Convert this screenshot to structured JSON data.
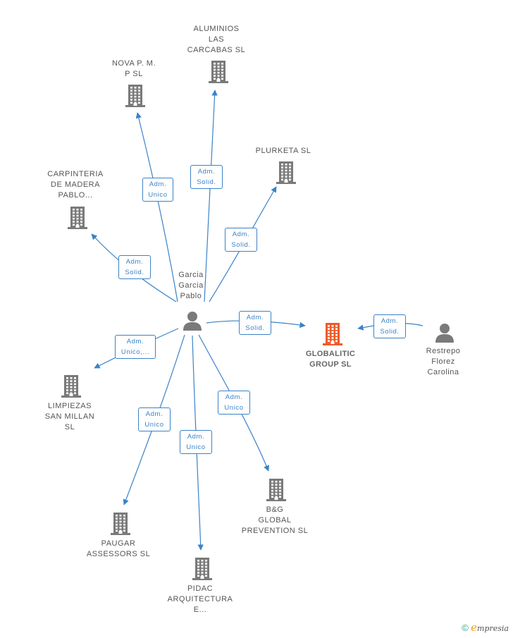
{
  "colors": {
    "edge": "#3b82c8",
    "building": "#7a7a7a",
    "building_highlight": "#f05a2a",
    "person": "#7a7a7a"
  },
  "nodes": [
    {
      "id": "aluminios",
      "kind": "company",
      "label": [
        "ALUMINIOS",
        "LAS",
        "CARCABAS SL"
      ]
    },
    {
      "id": "nova",
      "kind": "company",
      "label": [
        "NOVA P.  M.",
        "P SL"
      ]
    },
    {
      "id": "plurketa",
      "kind": "company",
      "label": [
        "PLURKETA SL"
      ]
    },
    {
      "id": "carpinteria",
      "kind": "company",
      "label": [
        "CARPINTERIA",
        "DE MADERA",
        "PABLO..."
      ]
    },
    {
      "id": "garcia",
      "kind": "person",
      "label": [
        "Garcia",
        "Garcia",
        "Pablo"
      ]
    },
    {
      "id": "globalitic",
      "kind": "company-main",
      "label": [
        "GLOBALITIC",
        "GROUP  SL"
      ]
    },
    {
      "id": "restrepo",
      "kind": "person",
      "label": [
        "Restrepo",
        "Florez",
        "Carolina"
      ]
    },
    {
      "id": "limpiezas",
      "kind": "company",
      "label": [
        "LIMPIEZAS",
        "SAN MILLAN",
        "SL"
      ]
    },
    {
      "id": "bg",
      "kind": "company",
      "label": [
        "B&G",
        "GLOBAL",
        "PREVENTION SL"
      ]
    },
    {
      "id": "paugar",
      "kind": "company",
      "label": [
        "PAUGAR",
        "ASSESSORS SL"
      ]
    },
    {
      "id": "pidac",
      "kind": "company",
      "label": [
        "PIDAC",
        "ARQUITECTURA",
        "E..."
      ]
    }
  ],
  "edges": [
    {
      "id": "e-nova",
      "from": "garcia",
      "to": "nova",
      "label": [
        "Adm.",
        "Unico"
      ]
    },
    {
      "id": "e-aluminios",
      "from": "garcia",
      "to": "aluminios",
      "label": [
        "Adm.",
        "Solid."
      ]
    },
    {
      "id": "e-plurketa",
      "from": "garcia",
      "to": "plurketa",
      "label": [
        "Adm.",
        "Solid."
      ]
    },
    {
      "id": "e-carpinteria",
      "from": "garcia",
      "to": "carpinteria",
      "label": [
        "Adm.",
        "Solid."
      ]
    },
    {
      "id": "e-globalitic",
      "from": "garcia",
      "to": "globalitic",
      "label": [
        "Adm.",
        "Solid."
      ]
    },
    {
      "id": "e-restrepo",
      "from": "restrepo",
      "to": "globalitic",
      "label": [
        "Adm.",
        "Solid."
      ]
    },
    {
      "id": "e-limpiezas",
      "from": "garcia",
      "to": "limpiezas",
      "label": [
        "Adm.",
        "Unico,..."
      ]
    },
    {
      "id": "e-bg",
      "from": "garcia",
      "to": "bg",
      "label": [
        "Adm.",
        "Unico"
      ]
    },
    {
      "id": "e-paugar",
      "from": "garcia",
      "to": "paugar",
      "label": [
        "Adm.",
        "Unico"
      ]
    },
    {
      "id": "e-pidac",
      "from": "garcia",
      "to": "pidac",
      "label": [
        "Adm.",
        "Unico"
      ]
    }
  ],
  "footer": {
    "copyright_symbol": "©",
    "brand_initial": "e",
    "brand_rest": "mpresia"
  }
}
